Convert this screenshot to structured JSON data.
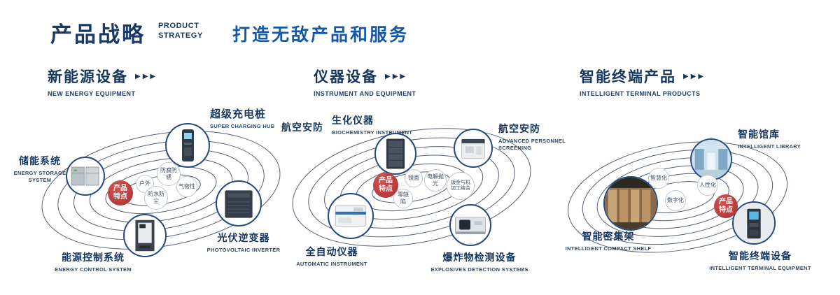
{
  "header": {
    "title": "产品战略",
    "subtitle": [
      "PRODUCT",
      "STRATEGY"
    ],
    "tagline": "打造无敌产品和服务"
  },
  "arrows": "▶▶▶",
  "badge_label": "产品特点",
  "sections": [
    {
      "title": "新能源设备",
      "subtitle": "NEW ENERGY EQUIPMENT",
      "products": [
        {
          "name": "储能系统",
          "en": "ENERGY STORAGE SYSTEM"
        },
        {
          "name": "超级充电桩",
          "en": "SUPER CHARGING HUB"
        },
        {
          "name": "光伏逆变器",
          "en": "PHOTOVOLTAIC INVERTER"
        },
        {
          "name": "能源控制系统",
          "en": "ENERGY CONTROL SYSTEM"
        }
      ],
      "features": [
        "户外",
        "防腐防锈",
        "气密性",
        "防水防尘"
      ]
    },
    {
      "title": "仪器设备",
      "subtitle": "INSTRUMENT AND EQUIPMENT",
      "aviation_label": "航空安防",
      "products": [
        {
          "name": "生化仪器",
          "en": "BIOCHEMISTRY INSTRUMENT"
        },
        {
          "name": "航空安防",
          "en": "ADVANCED PERSONNEL SCREENING"
        },
        {
          "name": "全自动仪器",
          "en": "AUTOMATIC INSTRUMENT"
        },
        {
          "name": "爆炸物检测设备",
          "en": "EXPLOSIVES DETECTION SYSTEMS"
        }
      ],
      "features": [
        "镜面",
        "电解抛光",
        "钣金与机加工结合",
        "零缺陷"
      ]
    },
    {
      "title": "智能终端产品",
      "subtitle": "INTELLIGENT TERMINAL PRODUCTS",
      "products": [
        {
          "name": "智能馆库",
          "en": "INTELLIGENT LIBRARY"
        },
        {
          "name": "智能密集架",
          "en": "INTELLIGENT COMPACT SHELF"
        },
        {
          "name": "智能终端设备",
          "en": "INTELLIGENT TERMINAL EQUIPMENT"
        }
      ],
      "features": [
        "智慧化",
        "人性化",
        "数字化"
      ]
    }
  ],
  "colors": {
    "navy": "#16365c",
    "blue": "#1558a8",
    "red": "#b23b3b"
  }
}
